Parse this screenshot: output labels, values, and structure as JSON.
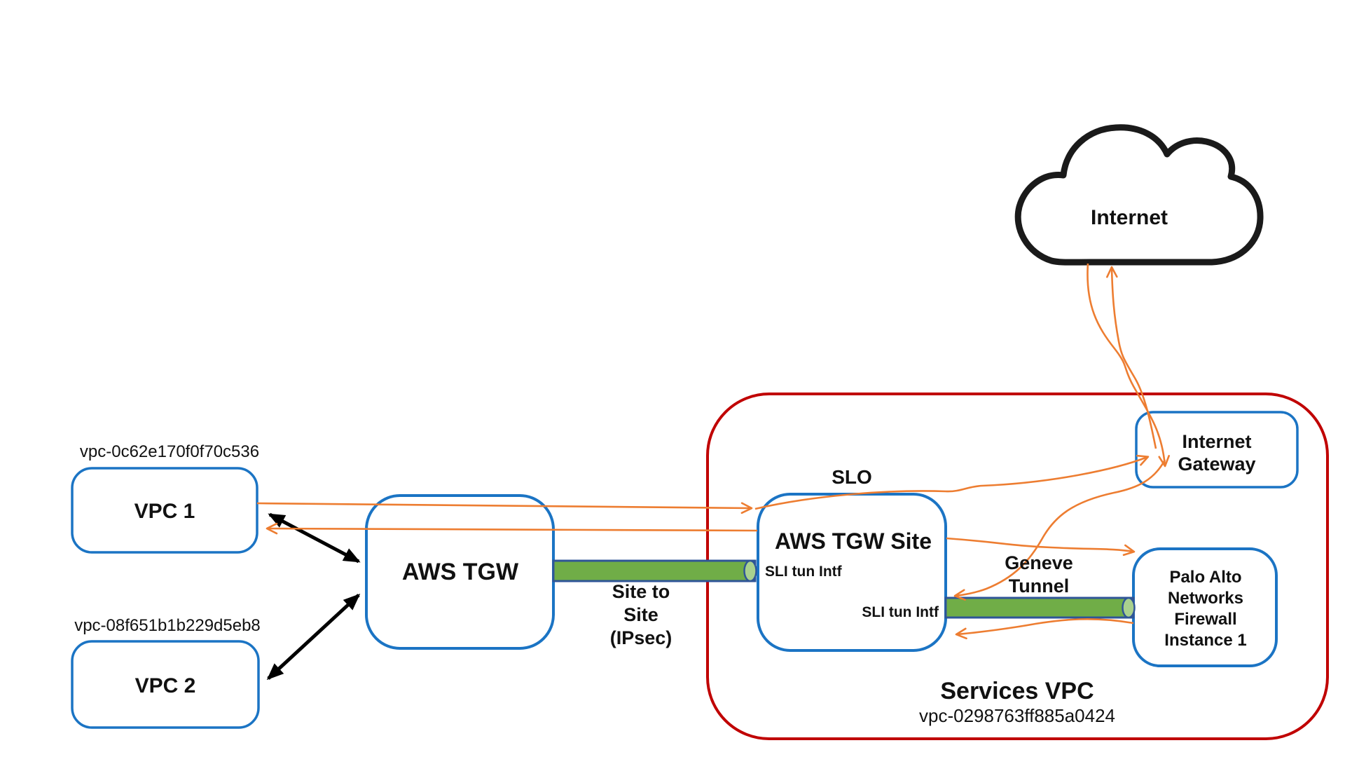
{
  "diagram": {
    "nodes": {
      "vpc1": {
        "label": "VPC 1",
        "vpc_id": "vpc-0c62e170f0f70c536"
      },
      "vpc2": {
        "label": "VPC 2",
        "vpc_id": "vpc-08f651b1b229d5eb8"
      },
      "aws_tgw": {
        "label": "AWS TGW"
      },
      "aws_tgw_site": {
        "label": "AWS TGW Site",
        "slo_label": "SLO",
        "sli_top_label": "SLI tun Intf",
        "sli_bottom_label": "SLI tun Intf"
      },
      "internet_gateway": {
        "line1": "Internet",
        "line2": "Gateway"
      },
      "firewall": {
        "line1": "Palo Alto",
        "line2": "Networks",
        "line3": "Firewall",
        "line4": "Instance 1"
      },
      "internet_cloud": {
        "label": "Internet"
      },
      "services_vpc": {
        "label": "Services VPC",
        "vpc_id": "vpc-0298763ff885a0424"
      }
    },
    "tunnels": {
      "ipsec": {
        "line1": "Site to",
        "line2": "Site",
        "line3": "(IPsec)"
      },
      "geneve": {
        "line1": "Geneve",
        "line2": "Tunnel"
      }
    },
    "colors": {
      "node_border": "#1B74C4",
      "services_vpc_border": "#C00000",
      "flow_arrow": "#ED7D31",
      "attachment_arrow": "#000000",
      "tunnel_fill": "#70AD47",
      "tunnel_cap_fill": "#A9D18E",
      "tunnel_border": "#2F5597",
      "cloud_outline": "#1A1A1A"
    }
  }
}
